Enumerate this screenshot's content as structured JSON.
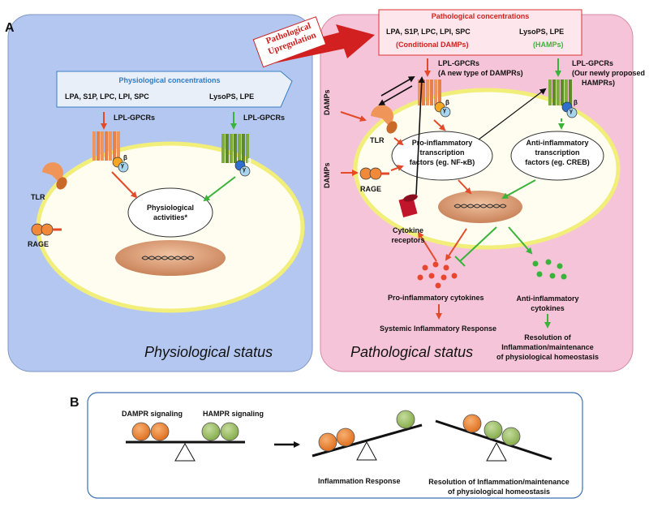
{
  "panel_labels": {
    "a": "A",
    "b": "B"
  },
  "banner": {
    "line1": "Pathological",
    "line2": "Upregulation"
  },
  "physio": {
    "conc_title": "Physiological concentrations",
    "lipids_left": "LPA, S1P, LPC, LPI, SPC",
    "lipids_right": "LysoPS, LPE",
    "gpcr_left": "LPL-GPCRs",
    "gpcr_right": "LPL-GPCRs",
    "tlr": "TLR",
    "rage": "RAGE",
    "activities_line1": "Physiological",
    "activities_line2": "activities*",
    "status": "Physiological status"
  },
  "patho": {
    "conc_title": "Pathological concentrations",
    "lipids_left": "LPA, S1P, LPC, LPI, SPC",
    "lipids_left_sub": "(Conditional DAMPs)",
    "lipids_right": "LysoPS, LPE",
    "lipids_right_sub": "(HAMPs)",
    "gpcr_left_line1": "LPL-GPCRs",
    "gpcr_left_line2": "(A new type of DAMPRs)",
    "gpcr_right_line1": "LPL-GPCRs",
    "gpcr_right_line2": "(Our newly proposed",
    "gpcr_right_line3": "HAMPRs)",
    "damps_top": "DAMPs",
    "damps_bottom": "DAMPs",
    "tlr": "TLR",
    "rage": "RAGE",
    "pro_tf_line1": "Pro-inflammatory",
    "pro_tf_line2": "transcription",
    "pro_tf_line3": "factors (eg. NF-κB)",
    "anti_tf_line1": "Anti-inflammatory",
    "anti_tf_line2": "transcription",
    "anti_tf_line3": "factors (eg. CREB)",
    "cytokine_rec_line1": "Cytokine",
    "cytokine_rec_line2": "receptors",
    "pro_cytokines": "Pro-inflammatory cytokines",
    "anti_cytokines_line1": "Anti-inflammatory",
    "anti_cytokines_line2": "cytokines",
    "systemic": "Systemic Inflammatory Response",
    "resolution_line1": "Resolution of",
    "resolution_line2": "Inflammation/maintenance",
    "resolution_line3": "of physiological homeostasis",
    "status": "Pathological status"
  },
  "receptor_subunits": {
    "beta": "β",
    "gamma": "γ"
  },
  "panel_b": {
    "dampr": "DAMPR signaling",
    "hampr": "HAMPR signaling",
    "inflammation": "Inflammation Response",
    "resolution_line1": "Resolution of Inflammation/maintenance",
    "resolution_line2": "of physiological homeostasis"
  },
  "colors": {
    "physio_bg": "#b4c7f0",
    "patho_bg": "#f6c4d8",
    "cell_fill": "#fffdf0",
    "cell_border": "#f2ee7a",
    "nucleus": "#d9956b",
    "red_arrow": "#e34a2a",
    "green_arrow": "#3ab33a",
    "gpcr_orange": "#f0955a",
    "gpcr_green": "#7fac3a",
    "banner_red": "#cc1f1f",
    "blue_text": "#2e7bc4",
    "ball_orange": "#f08a3a",
    "ball_green": "#9cc16a"
  }
}
